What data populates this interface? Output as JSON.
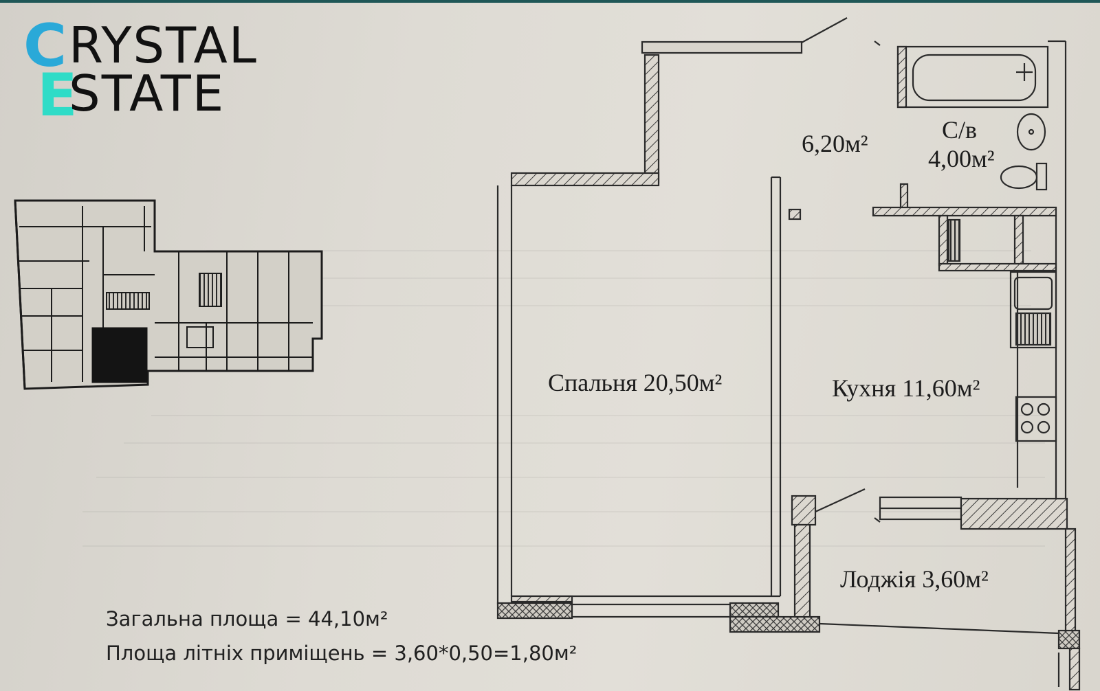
{
  "logo": {
    "letter_c": "C",
    "word_1": "RYSTAL",
    "letter_e": "E",
    "word_2": "STATE",
    "colors": {
      "c": "#2aa9d8",
      "e": "#2fdcc7",
      "text": "#111111"
    }
  },
  "rooms": {
    "bedroom": "Спальня 20,50м²",
    "kitchen": "Кухня 11,60м²",
    "loggia": "Лоджія 3,60м²",
    "hallway": "6,20м²",
    "bathroom_name": "С/в",
    "bathroom_area": "4,00м²"
  },
  "summary": {
    "total_area": "Загальна площа  = 44,10м²",
    "summer_area": "Площа літніх приміщень = 3,60*0,50=1,80м²"
  },
  "colors": {
    "background": "#dedbd4",
    "top_border": "#1f5757",
    "line": "#2a2a2a"
  }
}
